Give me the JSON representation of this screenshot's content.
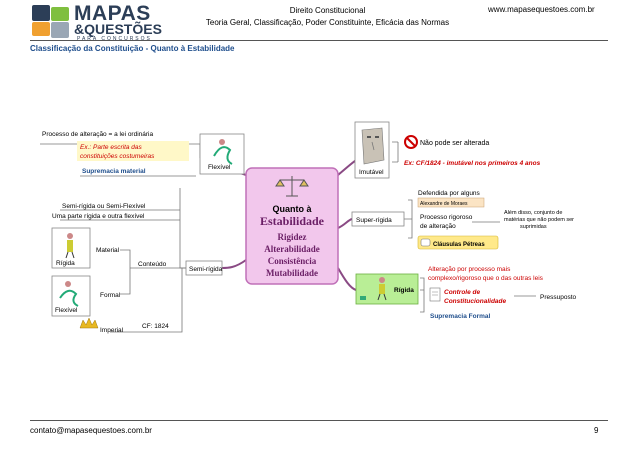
{
  "header": {
    "logo_main": "MAPAS",
    "logo_sub": "&QUESTÕES",
    "logo_tag": "PARA CONCURSOS",
    "course": "Direito Constitucional",
    "topics": "Teoria Geral, Classificação, Poder Constituinte, Eficácia das Normas",
    "site": "www.mapasequestoes.com.br"
  },
  "section_title": "Classificação da Constituição - Quanto à Estabilidade",
  "mindmap": {
    "center": {
      "title_1": "Quanto à",
      "title_2": "Estabilidade",
      "items": [
        "Rigidez",
        "Alterabilidade",
        "Consistência",
        "Mutabilidade"
      ]
    },
    "flexivel": {
      "label": "Flexível",
      "process": "Processo de alteração = a lei ordinária",
      "example_1": "Ex.: Parte escrita das",
      "example_2": "constituições costumeiras",
      "supremacy": "Supremacia material"
    },
    "imutavel": {
      "label": "Imutável",
      "note": "Não pode ser alterada",
      "example": "Ex: CF/1824 - imutável nos primeiros 4 anos"
    },
    "super_rigida": {
      "label": "Super-rígida",
      "defended": "Defendida por alguns",
      "author": "Alexandre de Moraes",
      "process_1": "Processo rigoroso",
      "process_2": "de alteração",
      "extra_1": "Além disso, conjunto de",
      "extra_2": "matérias que não podem ser",
      "extra_3": "suprimidas",
      "clauses": "Cláusulas Pétreas"
    },
    "semi_rigida": {
      "label": "Semi-rígida",
      "alias_1": "Semi-rígida ou Semi-Flexível",
      "alias_2": "Uma parte rígida e outra flexível",
      "content": "Conteúdo",
      "material": "Material",
      "formal": "Formal",
      "rigid_tag": "Rígida",
      "flex_tag": "Flexível",
      "imperial": "Imperial",
      "cf": "CF: 1824"
    },
    "rigida": {
      "label": "Rígida",
      "alteration_1": "Alteração por processo mais",
      "alteration_2": "complexo/rigoroso que o das outras leis",
      "control_1": "Controle de",
      "control_2": "Constitucionalidade",
      "presupposition": "Pressuposto",
      "supremacy": "Supremacia Formal"
    }
  },
  "footer": {
    "email": "contato@mapasequestoes.com.br",
    "page": "9"
  },
  "colors": {
    "center_fill": "#f2c7ec",
    "center_border": "#c070b8",
    "branch": "#8a4a84",
    "brand": "#2c3e57",
    "accent_red": "#cc0000",
    "accent_blue": "#1f4e8c",
    "rigida_fill": "#b9ee96"
  }
}
